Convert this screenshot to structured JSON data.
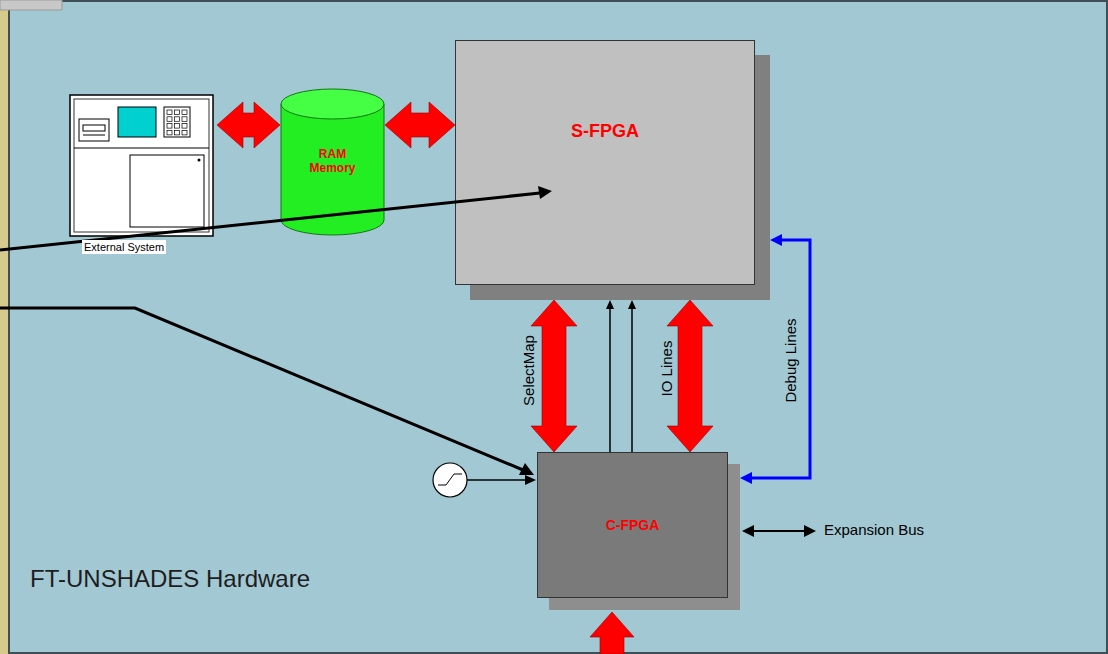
{
  "diagram": {
    "title": "FT-UNSHADES Hardware",
    "nodes": [
      {
        "text": [
          "S-FPGA"
        ]
      },
      {
        "text": [
          "RAM Memory"
        ]
      },
      {
        "text": [
          "External System"
        ]
      },
      {
        "text": [
          "C-FPGA"
        ]
      }
    ],
    "edges": [
      {
        "from": 2,
        "to": 1,
        "arrow": "both"
      },
      {
        "from": 1,
        "to": 0,
        "arrow": "both"
      },
      {
        "from": 3,
        "to": 0,
        "arrow": "both",
        "label": "SelectMap"
      },
      {
        "from": 3,
        "to": 0,
        "arrow": "to"
      },
      {
        "from": 3,
        "to": 0,
        "arrow": "to"
      },
      {
        "from": 3,
        "to": 0,
        "arrow": "both",
        "label": "IO Lines"
      },
      {
        "from": 0,
        "to": 3,
        "arrow": "both",
        "label": "Debug Lines"
      }
    ],
    "labels": [
      "Expansion Bus"
    ]
  }
}
